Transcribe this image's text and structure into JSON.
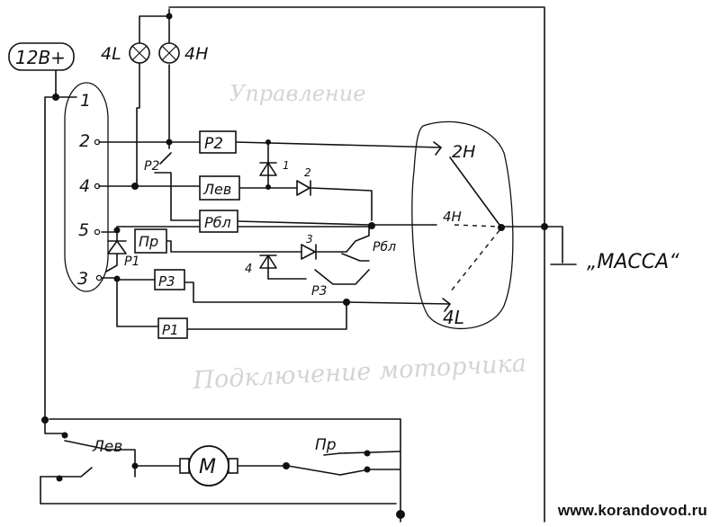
{
  "labels": {
    "supply": "12В+",
    "lamp_4l": "4L",
    "lamp_4h": "4Н",
    "pins": [
      "1",
      "2",
      "4",
      "5",
      "3"
    ],
    "relay_p2": "Р2",
    "relay_lev": "Лев",
    "relay_pbl": "Рбл",
    "relay_pr": "Пр",
    "relay_p3": "Р3",
    "relay_p1": "Р1",
    "contact_p2": "Р2",
    "contact_p1": "Р1",
    "contact_pbl": "Рбл",
    "contact_p3": "Р3",
    "diode_1": "1",
    "diode_2": "2",
    "diode_3": "3",
    "diode_4": "4",
    "mode_2h": "2Н",
    "mode_4h": "4Н",
    "mode_4l": "4L",
    "ground": "„МАССА“",
    "motor": "М",
    "motor_lev": "Лев",
    "motor_pr": "Пр",
    "section_control": "Управление",
    "section_motor": "Подключение моторчика"
  },
  "footer": {
    "url": "www.korandovod.ru"
  }
}
